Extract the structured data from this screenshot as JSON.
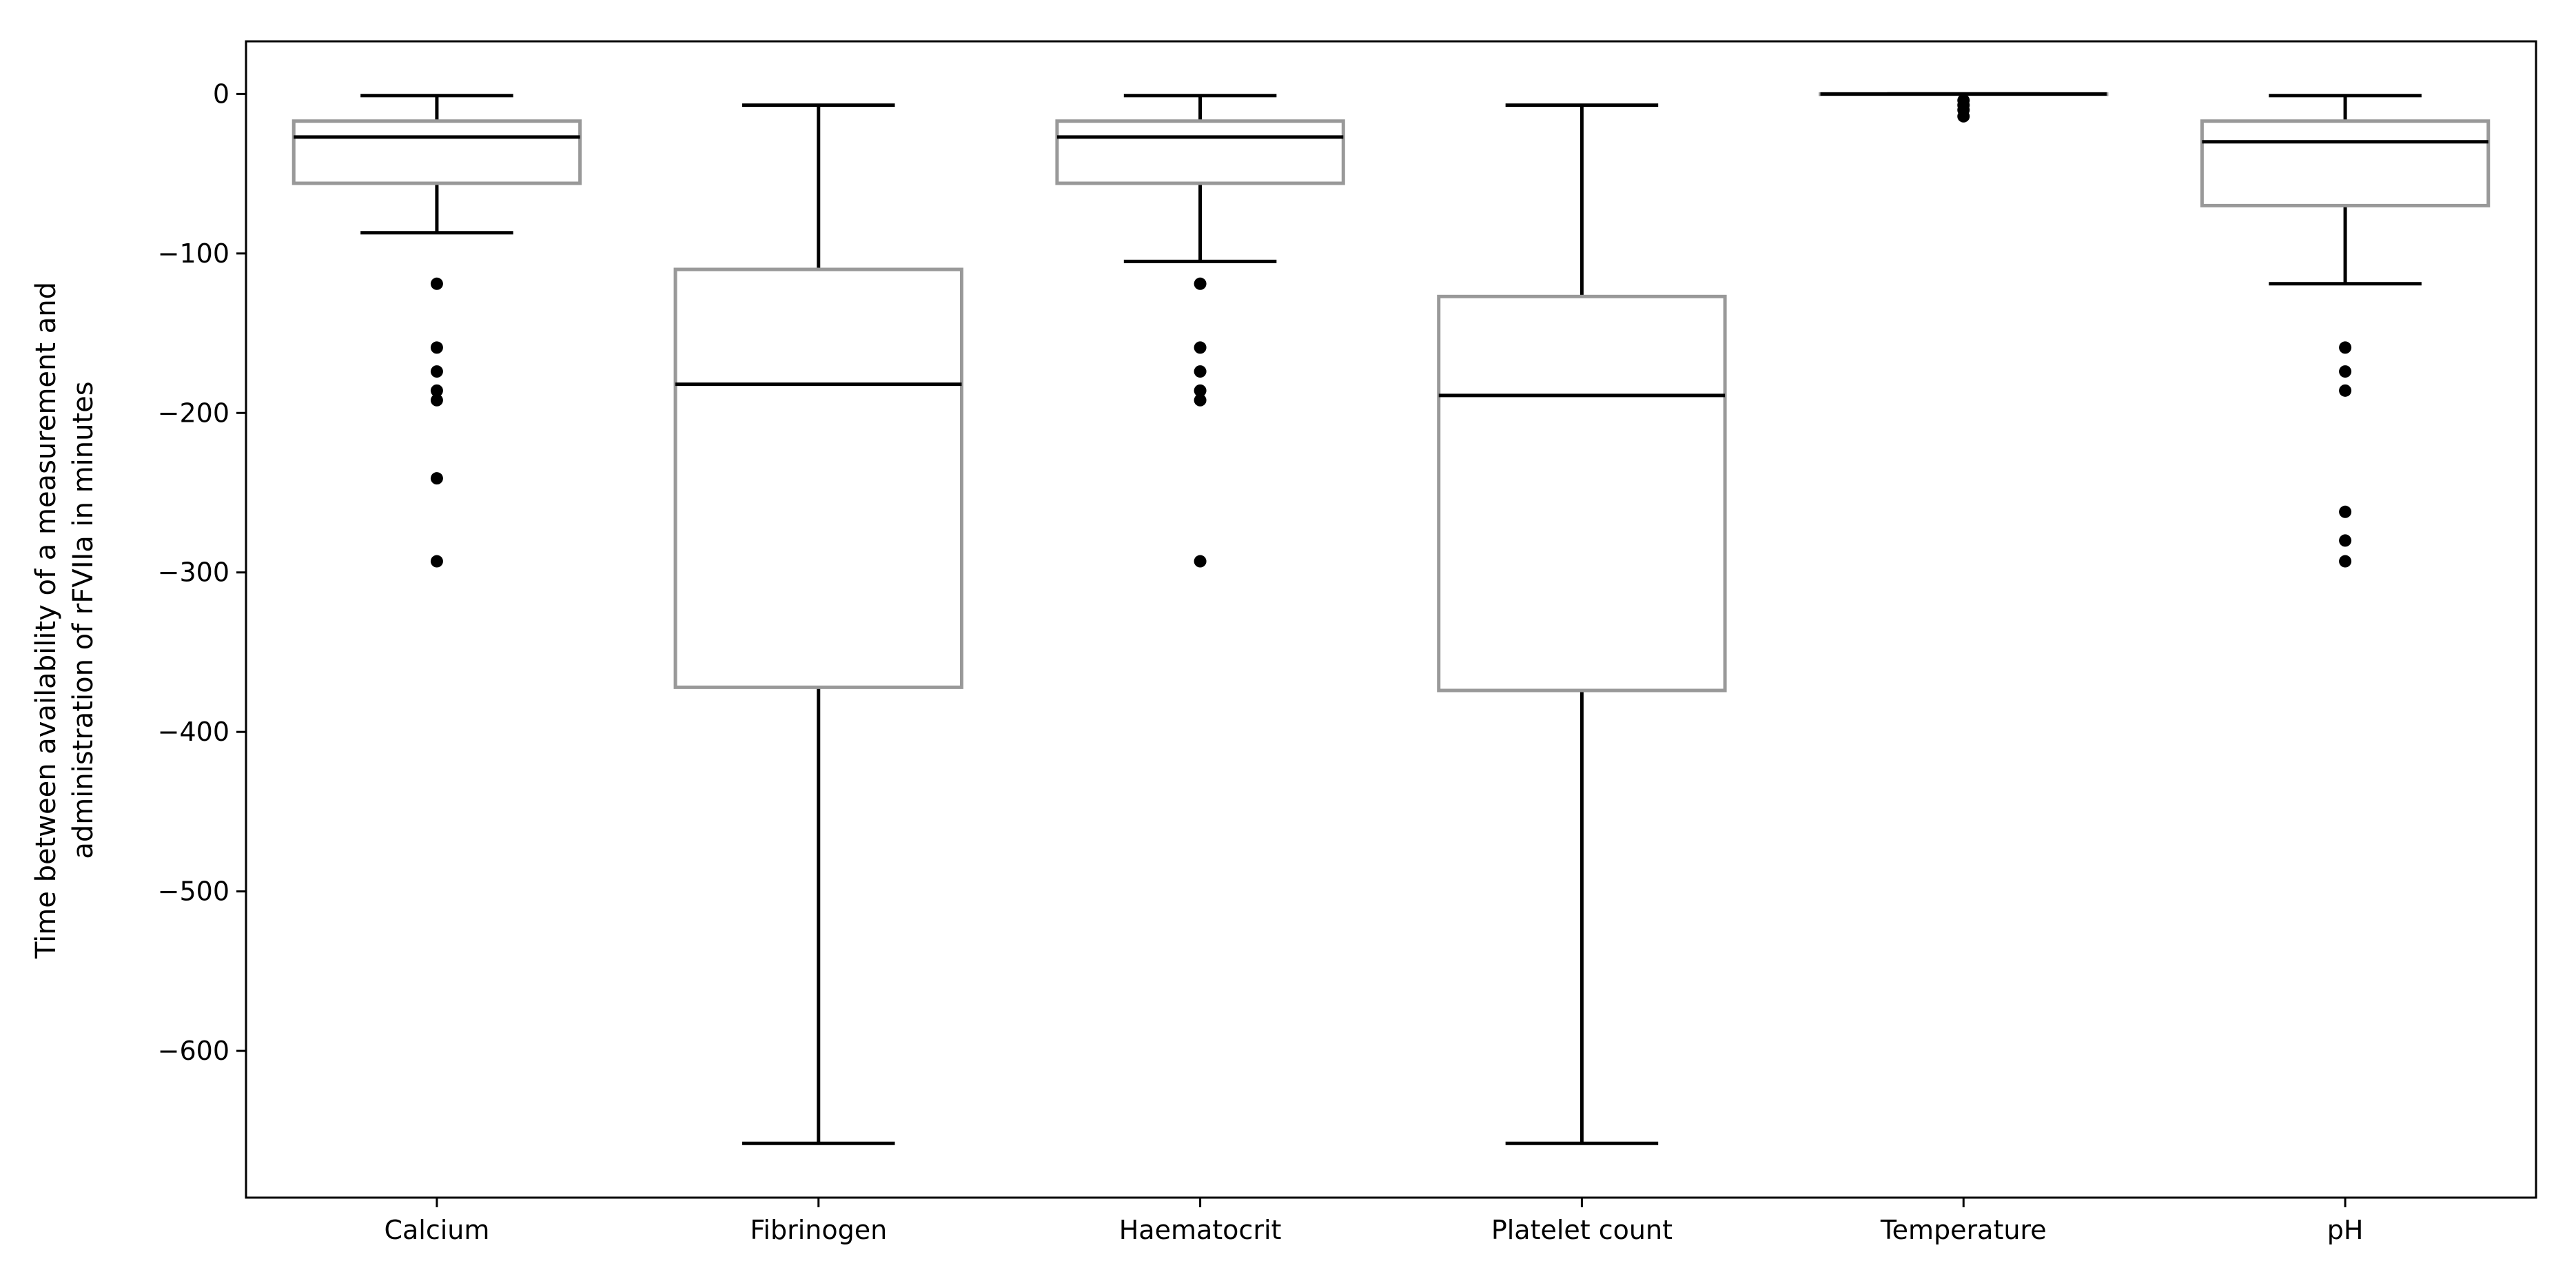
{
  "chart_data": {
    "type": "box",
    "title": "",
    "xlabel": "",
    "ylabel_lines": [
      "Time between availability of a measurement and",
      "administration of rFVIIa in minutes"
    ],
    "ylim": [
      -692,
      33
    ],
    "yticks": [
      0,
      -100,
      -200,
      -300,
      -400,
      -500,
      -600
    ],
    "ytick_labels": [
      "0",
      "−100",
      "−200",
      "−300",
      "−400",
      "−500",
      "−600"
    ],
    "grid": false,
    "colors": {
      "box": "#999999",
      "median": "#000000",
      "whisker": "#000000",
      "outlier": "#000000"
    },
    "categories": [
      "Calcium",
      "Fibrinogen",
      "Haematocrit",
      "Platelet count",
      "Temperature",
      "pH"
    ],
    "boxes": [
      {
        "whisker_high": -1,
        "q3": -17,
        "median": -27,
        "q1": -56,
        "whisker_low": -87,
        "outliers": [
          -119,
          -159,
          -174,
          -186,
          -192,
          -241,
          -293
        ]
      },
      {
        "whisker_high": -7,
        "q3": -110,
        "median": -182,
        "q1": -372,
        "whisker_low": -658,
        "outliers": []
      },
      {
        "whisker_high": -1,
        "q3": -17,
        "median": -27,
        "q1": -56,
        "whisker_low": -105,
        "outliers": [
          -119,
          -159,
          -174,
          -186,
          -192,
          -293
        ]
      },
      {
        "whisker_high": -7,
        "q3": -127,
        "median": -189,
        "q1": -374,
        "whisker_low": -658,
        "outliers": []
      },
      {
        "whisker_high": 0,
        "q3": 0,
        "median": 0,
        "q1": 0,
        "whisker_low": 0,
        "outliers": [
          -4,
          -7,
          -10,
          -14
        ]
      },
      {
        "whisker_high": -1,
        "q3": -17,
        "median": -30,
        "q1": -70,
        "whisker_low": -119,
        "outliers": [
          -159,
          -174,
          -186,
          -262,
          -280,
          -293
        ]
      }
    ]
  }
}
